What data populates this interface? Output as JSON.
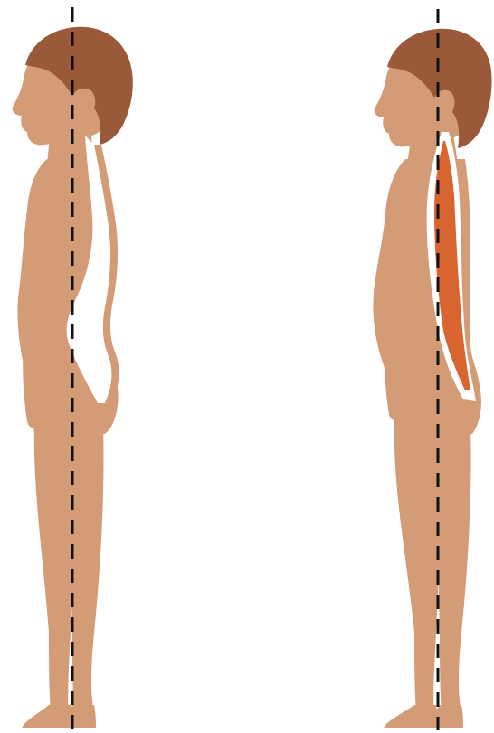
{
  "colors": {
    "background": "#ffffff",
    "skin": "#d49b77",
    "hair": "#9a5a3a",
    "spine_gap": "#ffffff",
    "spine_muscle": "#d8642f",
    "plumb_line": "#111111"
  },
  "figures": [
    {
      "name": "normal-posture-figure",
      "spine": "gap"
    },
    {
      "name": "straight-back-figure",
      "spine": "muscle"
    }
  ]
}
